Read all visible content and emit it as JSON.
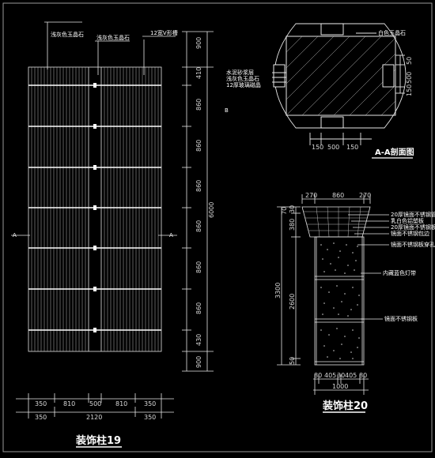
{
  "col19": {
    "title": "装饰柱19",
    "labels": [
      "浅灰色玉晶石",
      "浅灰色玉晶石",
      "12宽V形槽"
    ],
    "right_dims": [
      "900",
      "410",
      "860",
      "860",
      "860",
      "860",
      "860",
      "860",
      "430",
      "900"
    ],
    "overall_dim": "6000",
    "mid_mark": "B",
    "bottom_dims_row1": [
      "350",
      "810",
      "500",
      "810",
      "350"
    ],
    "bottom_dims_row2": [
      "350",
      "2120",
      "350"
    ],
    "section_mark": "A"
  },
  "section_aa": {
    "title": "A-A剖面图",
    "labels": [
      "白色玉晶石",
      "水泥砂浆层",
      "浅灰色玉晶石",
      "12厚玻璃磁晶"
    ],
    "bottom_dims": [
      "150",
      "500",
      "150"
    ],
    "right_dims": [
      "50",
      "500",
      "150"
    ]
  },
  "col20": {
    "title": "装饰柱20",
    "top_dims": [
      "270",
      "860",
      "270"
    ],
    "left_small_dims": [
      "30",
      "380",
      "70"
    ],
    "left_dims": [
      "3300",
      "2600",
      "50"
    ],
    "labels": [
      "20厚镜面不锈钢管",
      "乳白色铝塑板",
      "20厚镜面不锈钢板",
      "镜面不锈钢包边",
      "镜面不锈钢板穿孔",
      "内藏蓝色灯带",
      "镜面不锈钢板"
    ],
    "bottom_dims_row1": [
      "80",
      "405",
      "30",
      "405",
      "80"
    ],
    "bottom_total": "1000"
  },
  "colors": {
    "background": "#000000",
    "line": "#e6e6e6",
    "frame": "#9a9a9a"
  }
}
